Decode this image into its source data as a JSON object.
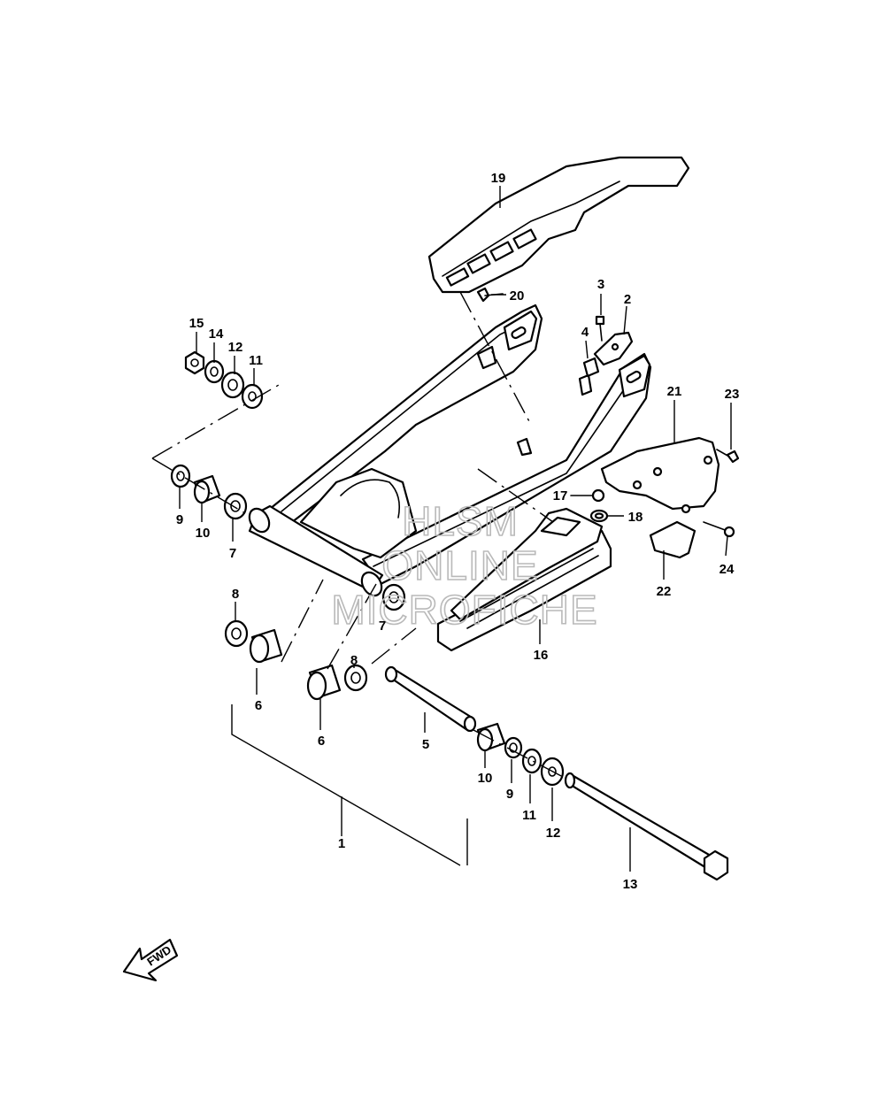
{
  "diagram": {
    "type": "exploded-parts-diagram",
    "callouts": [
      "1",
      "2",
      "3",
      "4",
      "5",
      "6",
      "6",
      "7",
      "7",
      "8",
      "8",
      "9",
      "9",
      "10",
      "10",
      "11",
      "11",
      "12",
      "12",
      "13",
      "14",
      "15",
      "16",
      "17",
      "18",
      "19",
      "20",
      "21",
      "22",
      "23",
      "24"
    ],
    "watermark": [
      "HLSM",
      "ONLINE",
      "MICROFICHE"
    ],
    "direction_arrow": "FWD"
  }
}
